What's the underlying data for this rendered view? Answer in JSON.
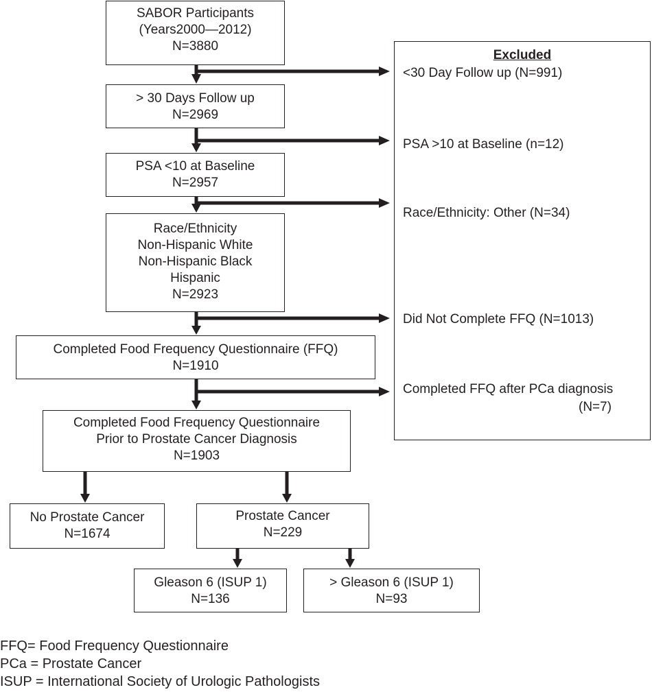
{
  "boxes": {
    "sabor": [
      "SABOR Participants",
      "(Years2000—2012)",
      "N=3880"
    ],
    "followup": [
      "> 30 Days Follow up",
      "N=2969"
    ],
    "psa": [
      "PSA <10 at Baseline",
      "N=2957"
    ],
    "race": [
      "Race/Ethnicity",
      "Non-Hispanic White",
      "Non-Hispanic Black",
      "Hispanic",
      "N=2923"
    ],
    "ffq": [
      "Completed Food Frequency Questionnaire (FFQ)",
      "N=1910"
    ],
    "ffq_prior": [
      "Completed Food Frequency Questionnaire",
      "Prior to Prostate Cancer Diagnosis",
      "N=1903"
    ],
    "no_cancer": [
      "No Prostate Cancer",
      "N=1674"
    ],
    "cancer": [
      "Prostate Cancer",
      "N=229"
    ],
    "gleason6": [
      "Gleason 6 (ISUP 1)",
      "N=136"
    ],
    "gleason_gt6": [
      "> Gleason 6 (ISUP 1)",
      "N=93"
    ]
  },
  "excluded": {
    "title": "Excluded",
    "items": [
      "<30 Day Follow up (N=991)",
      "PSA >10 at Baseline (n=12)",
      "Race/Ethnicity: Other (N=34)",
      "Did Not Complete FFQ (N=1013)",
      "Completed FFQ after PCa diagnosis"
    ],
    "item5_cont": "(N=7)"
  },
  "legend": [
    "FFQ= Food Frequency Questionnaire",
    "PCa = Prostate Cancer",
    "ISUP = International Society of Urologic Pathologists"
  ]
}
